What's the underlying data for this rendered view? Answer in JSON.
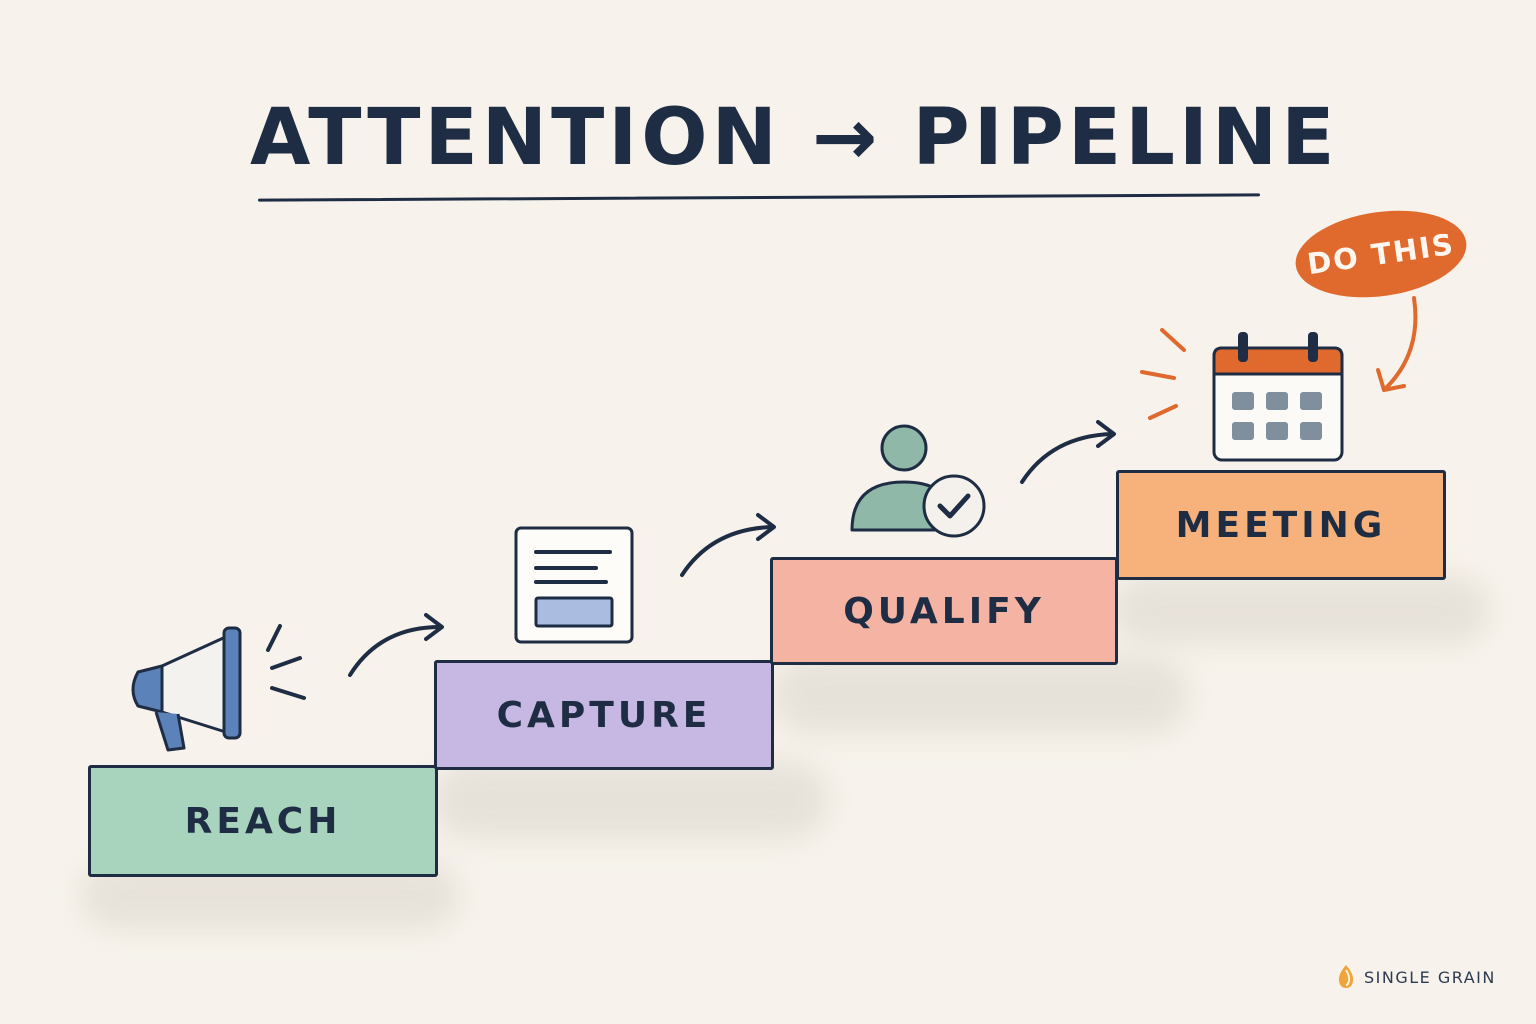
{
  "title": "ATTENTION → PIPELINE",
  "steps": [
    {
      "label": "REACH",
      "icon": "megaphone-icon",
      "color": "#a8d4be"
    },
    {
      "label": "CAPTURE",
      "icon": "form-icon",
      "color": "#c7b8e3"
    },
    {
      "label": "QUALIFY",
      "icon": "user-check-icon",
      "color": "#f5b4a3"
    },
    {
      "label": "MEETING",
      "icon": "calendar-icon",
      "color": "#f6b27a"
    }
  ],
  "callout": {
    "text": "DO THIS",
    "color": "#e06a2d"
  },
  "brand": {
    "name": "SINGLE GRAIN",
    "icon": "grain-logo-icon"
  },
  "colors": {
    "ink": "#1f2d44",
    "background": "#f7f3ec",
    "accent": "#e06a2d"
  }
}
